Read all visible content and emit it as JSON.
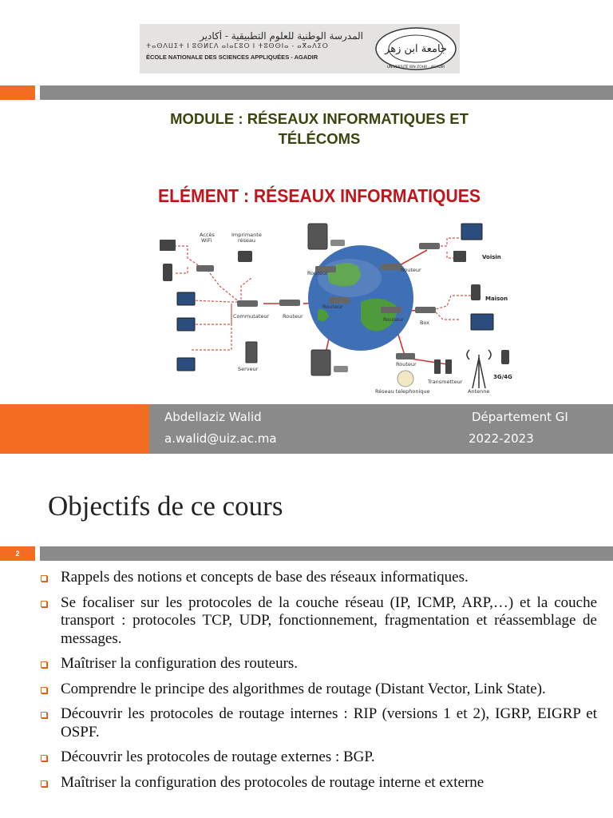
{
  "slide1": {
    "logo": {
      "arabic": "المدرسة الوطنية للعلوم التطبيقية - أكادير",
      "tifinagh": "ⵜⴰⵙⴷⵡⵉⵜ ⵏ ⵓⵙⵍⵎⴷ ⴰⵏⴰⵎⵓⵔ ⵏ ⵜⵓⵙⵙⵏⴰ - ⴰⴳⴰⴷⵉⵔ",
      "french": "ÉCOLE NATIONALE DES SCIENCES APPLIQUÉES - AGADIR",
      "seal_arabic": "جامعة ابن زهر",
      "seal_text": "UNIVERSITÉ IBN ZOHR - AGADIR"
    },
    "module_title_line1": "MODULE : RÉSEAUX INFORMATIQUES ET",
    "module_title_line2": "TÉLÉCOMS",
    "element_title": "ELÉMENT : RÉSEAUX INFORMATIQUES",
    "diagram_labels": {
      "acces_wifi_1": "Accès",
      "acces_wifi_2": "WiFi",
      "imprimante_1": "Imprimante",
      "imprimante_2": "réseau",
      "commutateur": "Commutateur",
      "routeur": "Routeur",
      "serveur": "Serveur",
      "voisin": "Voisin",
      "maison": "Maison",
      "box": "Box",
      "transmetteur": "Transmetteur",
      "antenne": "Antenne",
      "reseau_tel": "Réseau telephonique",
      "g34": "3G/4G"
    },
    "author_name": "Abdellaziz Walid",
    "author_email": "a.walid@uiz.ac.ma",
    "department": "Département GI",
    "year": "2022-2023"
  },
  "slide2": {
    "title": "Objectifs de ce cours",
    "slide_number": "2",
    "objectives": [
      "Rappels des notions et concepts de base des réseaux informatiques.",
      "Se focaliser sur les protocoles de la couche réseau (IP, ICMP, ARP,…) et la couche transport : protocoles TCP, UDP, fonctionnement, fragmentation et réassemblage de messages.",
      "Maîtriser la configuration des routeurs.",
      "Comprendre le principe des algorithmes de routage (Distant Vector, Link State).",
      "Découvrir les protocoles de routage internes : RIP (versions 1 et 2), IGRP, EIGRP et OSPF.",
      "Découvrir les protocoles de routage externes : BGP.",
      "Maîtriser la configuration des protocoles de routage interne et externe"
    ]
  },
  "colors": {
    "accent_orange": "#f26d21",
    "bar_gray": "#8a8a8a",
    "module_green": "#38460d",
    "element_red": "#c0161b"
  }
}
